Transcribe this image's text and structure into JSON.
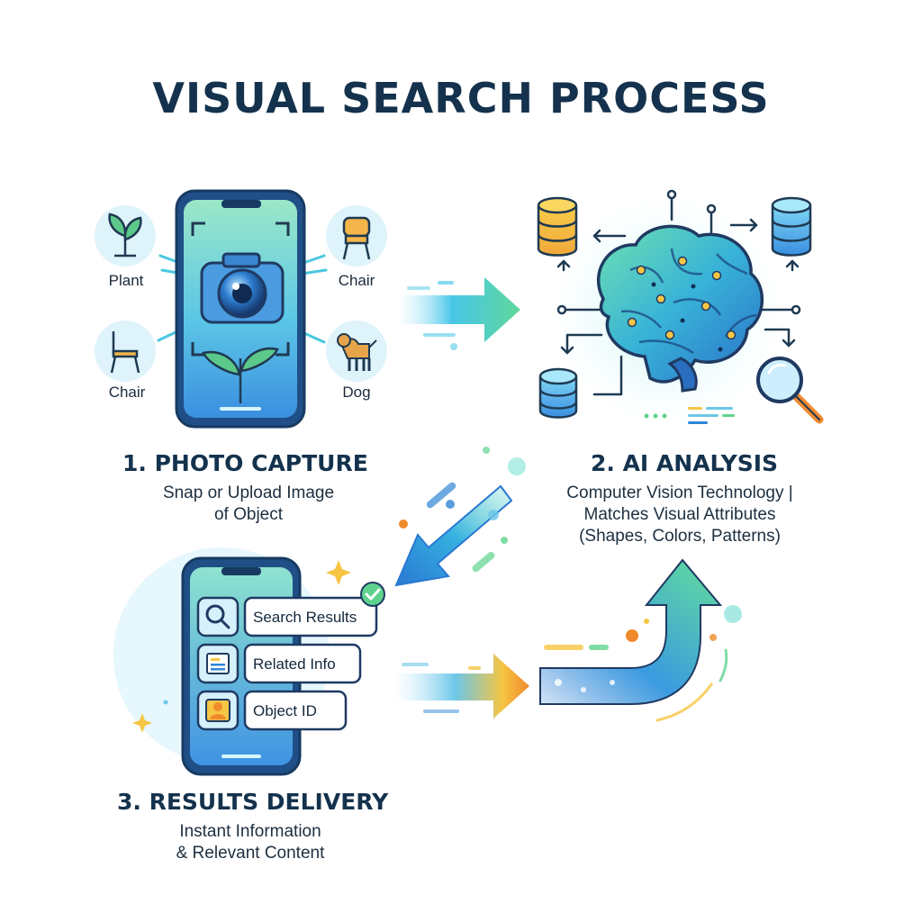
{
  "title": "VISUAL SEARCH PROCESS",
  "steps": [
    {
      "title": "1. PHOTO CAPTURE",
      "lines": [
        "Snap or Upload Image",
        "of Object"
      ],
      "object_labels": [
        "Plant",
        "Chair",
        "Chair",
        "Dog"
      ]
    },
    {
      "title": "2. AI ANALYSIS",
      "lines": [
        "Computer Vision Technology |",
        "Matches Visual Attributes",
        "(Shapes, Colors, Patterns)"
      ]
    },
    {
      "title": "3. RESULTS DELIVERY",
      "lines": [
        "Instant Information",
        "& Relevant Content"
      ],
      "result_cards": [
        "Search Results",
        "Related Info",
        "Object ID"
      ]
    }
  ],
  "icons": {
    "objects": [
      "plant-icon",
      "chair-icon",
      "chair-icon",
      "dog-icon"
    ],
    "capture": [
      "smartphone-icon",
      "camera-icon",
      "sprout-icon"
    ],
    "analysis": [
      "brain-circuit-icon",
      "database-icon",
      "magnifier-icon"
    ],
    "results": [
      "search-icon",
      "document-icon",
      "user-icon",
      "checkmark-badge-icon",
      "sparkle-icon"
    ],
    "flow": [
      "arrow-right-icon",
      "arrow-down-left-icon",
      "arrow-right-icon",
      "arrow-up-curve-icon"
    ]
  },
  "colors": {
    "navy": "#14324d",
    "blue": "#2f86d6",
    "teal": "#35c4c8",
    "green": "#5fd38d",
    "yellow": "#f6c544",
    "orange": "#f08a2c"
  }
}
